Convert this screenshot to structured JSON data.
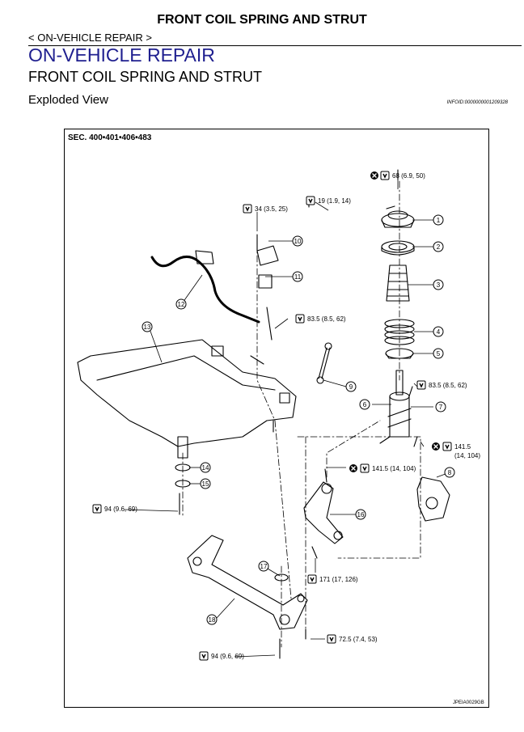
{
  "header": {
    "title": "FRONT COIL SPRING AND STRUT"
  },
  "breadcrumb": "< ON-VEHICLE REPAIR >",
  "section_title": "ON-VEHICLE REPAIR",
  "sub_title": "FRONT COIL SPRING AND STRUT",
  "view_title": "Exploded View",
  "info_id": "INFOID:0000000001209328",
  "diagram": {
    "section_label": "SEC. 400•401•406•483",
    "figure_code": "JPEIA0029GB",
    "callouts": [
      "1",
      "2",
      "3",
      "4",
      "5",
      "6",
      "7",
      "8",
      "9",
      "10",
      "11",
      "12",
      "13",
      "14",
      "15",
      "16",
      "17",
      "18"
    ],
    "torques": [
      "68 (6.9, 50)",
      "19 (1.9, 14)",
      "34 (3.5, 25)",
      "83.5 (8.5, 62)",
      "83.5 (8.5, 62)",
      "141.5",
      "(14, 104)",
      "141.5 (14, 104)",
      "94 (9.6, 69)",
      "171 (17, 126)",
      "72.5 (7.4, 53)",
      "94 (9.6, 69)"
    ]
  }
}
